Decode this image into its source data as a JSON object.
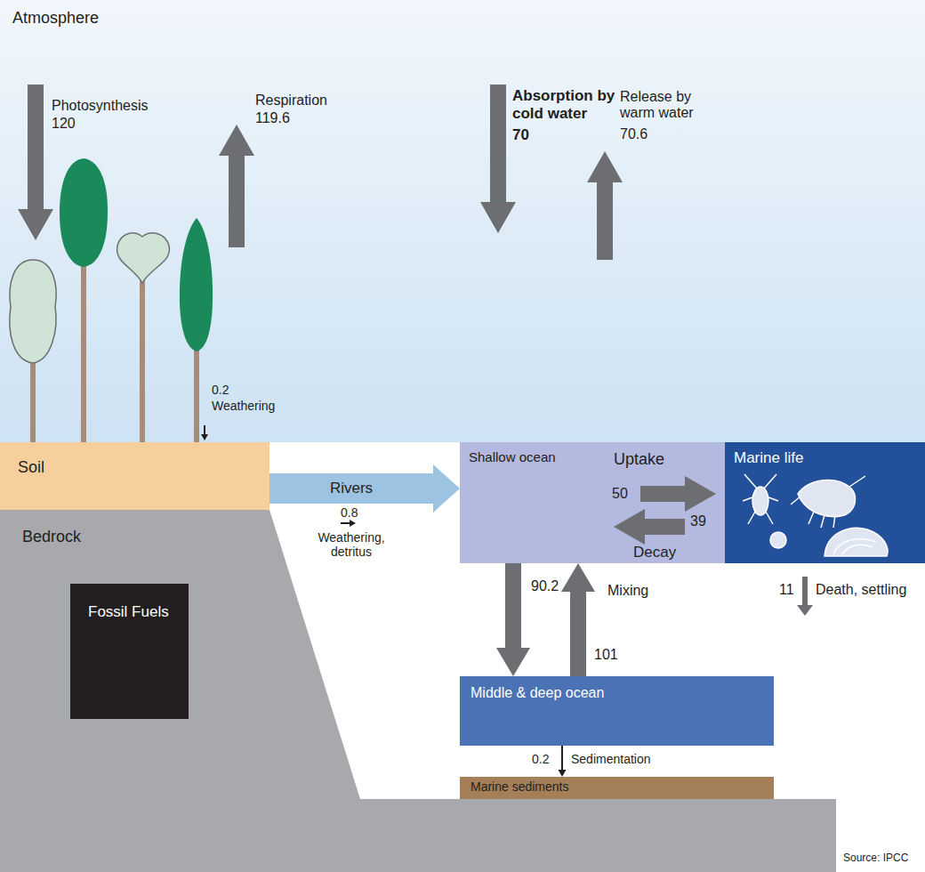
{
  "diagram": {
    "nodes": [
      {
        "text": [
          "Atmosphere"
        ]
      },
      {
        "text": [
          "Soil"
        ]
      },
      {
        "text": [
          "Bedrock"
        ]
      },
      {
        "text": [
          "Fossil Fuels"
        ],
        "in": 2
      },
      {
        "text": [
          "Shallow ocean"
        ]
      },
      {
        "text": [
          "Marine life"
        ]
      },
      {
        "text": [
          "Middle & deep ocean"
        ]
      },
      {
        "text": [
          "Marine sediments"
        ]
      }
    ],
    "edges": [
      {
        "from": 1,
        "to": 4,
        "arrow": "to",
        "label": "Rivers"
      },
      {
        "from": 4,
        "to": 6,
        "arrow": "to"
      },
      {
        "from": 6,
        "to": 4,
        "arrow": "to"
      },
      {
        "from": 6,
        "to": 7,
        "arrow": "to"
      }
    ],
    "labels": [
      "Photosynthesis",
      "120",
      "Respiration",
      "119.6",
      "0.2",
      "Weathering",
      "Absorption by cold water",
      "70",
      "Release by warm water",
      "70.6",
      "Uptake",
      "50",
      "39",
      "Decay",
      "0.8",
      "Weathering, detritus",
      "90.2",
      "Mixing",
      "101",
      "11",
      "Death, settling",
      "0.2",
      "Sedimentation",
      "Source: IPCC"
    ]
  }
}
